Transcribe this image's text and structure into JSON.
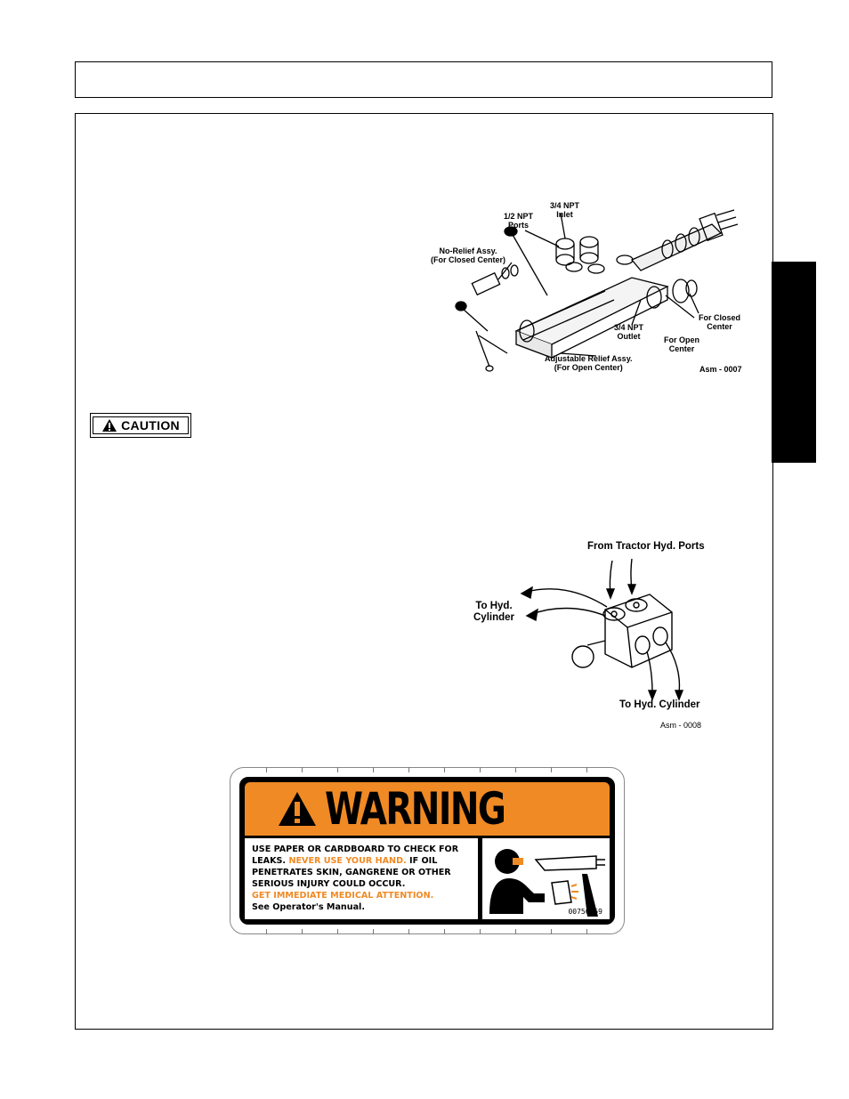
{
  "figure1": {
    "labels": {
      "inlet": "3/4 NPT\nInlet",
      "ports": "1/2 NPT\nPorts",
      "no_relief": "No-Relief Assy.\n(For Closed Center)",
      "outlet": "3/4 NPT\nOutlet",
      "closed_center": "For Closed\nCenter",
      "open_center": "For Open\nCenter",
      "adjustable_relief": "Adjustable Relief Assy.\n(For Open Center)",
      "ref": "Asm - 0007"
    }
  },
  "caution": {
    "label": "CAUTION"
  },
  "figure2": {
    "labels": {
      "from_tractor": "From Tractor Hyd. Ports",
      "to_cyl_left": "To Hyd.\nCylinder",
      "to_cyl_bottom": "To Hyd. Cylinder",
      "ref": "Asm - 0008"
    }
  },
  "decal": {
    "title": "WARNING",
    "line1": "USE PAPER OR CARDBOARD TO CHECK FOR",
    "line2a": "LEAKS.",
    "line2b": "NEVER USE YOUR HAND.",
    "line2c": "IF OIL",
    "line3": "PENETRATES SKIN, GANGRENE OR OTHER",
    "line4": "SERIOUS INJURY COULD OCCUR.",
    "line5": "GET IMMEDIATE MEDICAL ATTENTION.",
    "line6": "See Operator's Manual.",
    "part_number": "00756059",
    "colors": {
      "warning_orange": "#f08a24"
    }
  }
}
